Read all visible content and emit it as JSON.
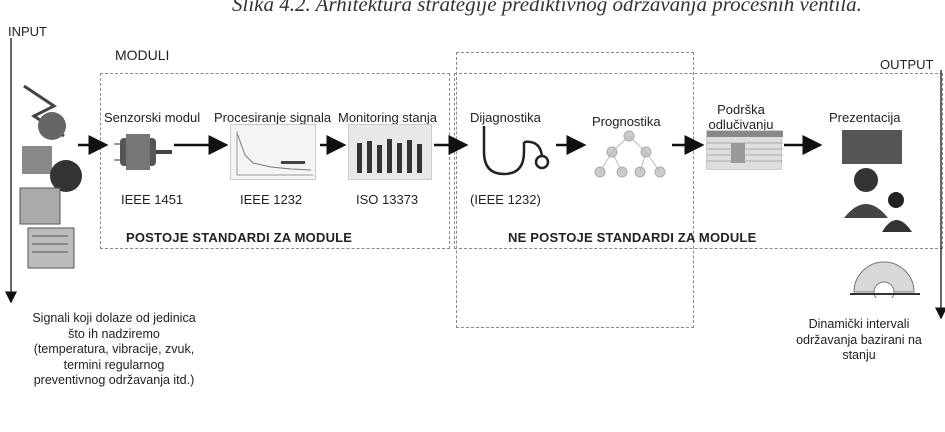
{
  "caption": "Slika 4.2. Arhitektura strategije prediktivnog održavanja procesnih ventila.",
  "input_label": "INPUT",
  "output_label": "OUTPUT",
  "moduli_label": "MODULI",
  "modules": [
    {
      "title": "Senzorski modul",
      "standard": "IEEE 1451"
    },
    {
      "title": "Procesiranje signala",
      "standard": "IEEE 1232"
    },
    {
      "title": "Monitoring stanja",
      "standard": "ISO 13373"
    },
    {
      "title": "Dijagnostika",
      "standard": "(IEEE 1232)"
    },
    {
      "title": "Prognostika",
      "standard": ""
    },
    {
      "title": "Podrška odlučivanju",
      "standard": ""
    },
    {
      "title": "Prezentacija",
      "standard": ""
    }
  ],
  "standards_exist": "POSTOJE STANDARDI ZA MODULE",
  "standards_missing": "NE POSTOJE STANDARDI ZA MODULE",
  "input_note": "Signali koji dolaze od jedinica što ih nadziremo (temperatura, vibracije, zvuk, termini regularnog preventivnog održavanja itd.)",
  "output_note": "Dinamički intervali održavanja bazirani na stanju"
}
